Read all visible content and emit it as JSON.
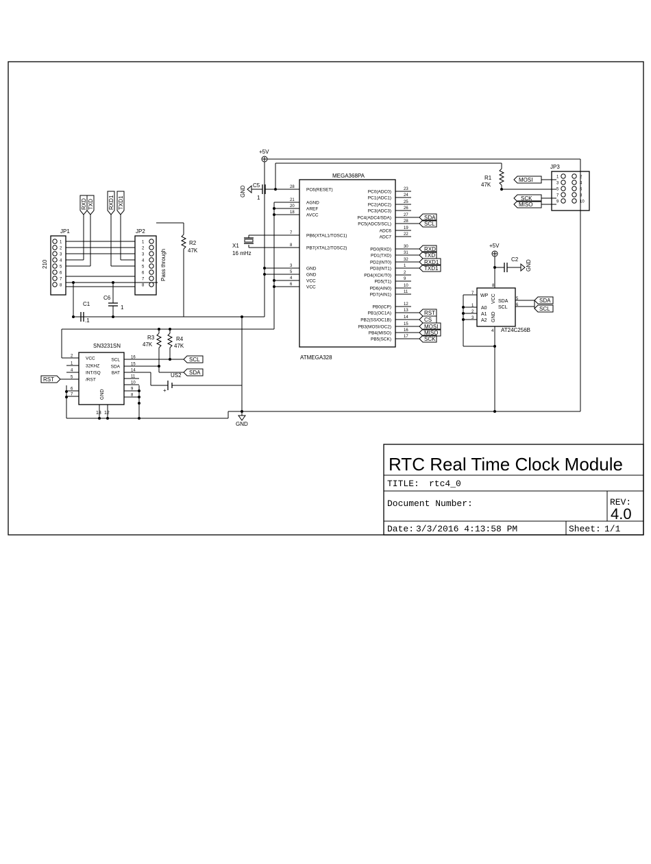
{
  "title_block": {
    "heading": "RTC Real Time Clock Module",
    "title_label": "TITLE:",
    "title_value": "rtc4_0",
    "document_number_label": "Document Number:",
    "rev_label": "REV:",
    "rev_value": "4.0",
    "date_label": "Date:",
    "date_value": "3/3/2016 4:13:58 PM",
    "sheet_label": "Sheet:",
    "sheet_value": "1/1"
  },
  "mcu": {
    "title": "MEGA368PA",
    "subtitle": "ATMEGA328",
    "left_pins": [
      {
        "num": "28",
        "name": "PC6(RESET)"
      },
      {
        "num": "21",
        "name": "AGND"
      },
      {
        "num": "20",
        "name": "AREF"
      },
      {
        "num": "18",
        "name": "AVCC"
      },
      {
        "num": "7",
        "name": "PB6(XTAL1/TOSC1)"
      },
      {
        "num": "8",
        "name": "PB7(XTAL2/TOSC2)"
      },
      {
        "num": "3",
        "name": "GND"
      },
      {
        "num": "5",
        "name": "GND"
      },
      {
        "num": "4",
        "name": "VCC"
      },
      {
        "num": "6",
        "name": "VCC"
      }
    ],
    "right_pins": [
      {
        "num": "23",
        "name": "PC0(ADC0)"
      },
      {
        "num": "24",
        "name": "PC1(ADC1)"
      },
      {
        "num": "25",
        "name": "PC2(ADC2)"
      },
      {
        "num": "26",
        "name": "PC3(ADC3)"
      },
      {
        "num": "27",
        "name": "PC4(ADC4/SDA)"
      },
      {
        "num": "28",
        "name": "PC5(ADC5/SCL)"
      },
      {
        "num": "19",
        "name": "ADC6"
      },
      {
        "num": "22",
        "name": "ADC7"
      },
      {
        "num": "30",
        "name": "PD0(RXD)"
      },
      {
        "num": "31",
        "name": "PD1(TXD)"
      },
      {
        "num": "32",
        "name": "PD2(INT0)"
      },
      {
        "num": "1",
        "name": "PD3(INT1)"
      },
      {
        "num": "2",
        "name": "PD4(XCK/T0)"
      },
      {
        "num": "9",
        "name": "PD5(T1)"
      },
      {
        "num": "10",
        "name": "PD6(AIN0)"
      },
      {
        "num": "11",
        "name": "PD7(AIN1)"
      },
      {
        "num": "12",
        "name": "PB0(ICP)"
      },
      {
        "num": "13",
        "name": "PB1(OC1A)"
      },
      {
        "num": "14",
        "name": "PB2(SS/OC1B)"
      },
      {
        "num": "15",
        "name": "PB3(MOSI/OC2)"
      },
      {
        "num": "16",
        "name": "PB4(MISO)"
      },
      {
        "num": "17",
        "name": "PB5(SCK)"
      }
    ]
  },
  "labels": {
    "vcc_top": "+5V",
    "vcc_eeprom": "+5V",
    "gnd": "GND",
    "c5": "C5",
    "c5_val": "1",
    "c2": "C2",
    "c1": "C1",
    "c1_val": ".1",
    "c6": "C6",
    "c6_val": "1",
    "r1": "R1",
    "r1_val": "47K",
    "r2": "R2",
    "r2_val": "47K",
    "r3": "R3",
    "r3_val": "47K",
    "r4": "R4",
    "r4_val": "47K",
    "x1": "X1",
    "x1_val": "16 mHz",
    "us2": "US2",
    "jp1": "JP1",
    "jp2": "JP2",
    "jp3": "JP3",
    "jp1_side": "210",
    "jp2_side": "Pass through",
    "rtc_chip": "SN3231SN",
    "eeprom_chip": "AT24C256B"
  },
  "net_flags": {
    "sda": "SDA",
    "scl": "SCL",
    "rxd": "RXD",
    "txd": "TXD",
    "rxd1": "RXD1",
    "txd1": "TXD1",
    "rst": "RST",
    "cs": "CS",
    "mosi": "MOSI",
    "miso": "MISO",
    "sck": "SCK"
  },
  "rtc": {
    "left_pins": [
      {
        "num": "2",
        "name": "VCC"
      },
      {
        "num": "1",
        "name": "32KHZ"
      },
      {
        "num": "4",
        "name": "INT/SQ"
      },
      {
        "num": "5",
        "name": "/RST"
      },
      {
        "num": "6",
        "name": ""
      },
      {
        "num": "7",
        "name": ""
      }
    ],
    "right_pins": [
      {
        "num": "16",
        "name": "SCL"
      },
      {
        "num": "15",
        "name": "SDA"
      },
      {
        "num": "14",
        "name": "BAT"
      },
      {
        "num": "11",
        "name": ""
      },
      {
        "num": "10",
        "name": ""
      },
      {
        "num": "9",
        "name": ""
      },
      {
        "num": "8",
        "name": ""
      }
    ],
    "bottom_pins": [
      "13",
      "12"
    ],
    "gnd_label": "GND"
  },
  "eeprom": {
    "wp": "WP",
    "a0": "A0",
    "a1": "A1",
    "a2": "A2",
    "vcc": "VCC",
    "gnd": "GND",
    "sda": "SDA",
    "scl": "SCL",
    "pin_wp": "7",
    "pin_a0": "1",
    "pin_a1": "2",
    "pin_a2": "3",
    "pin_sda": "5",
    "pin_scl": "6",
    "pin_vcc": "8",
    "pin_gnd": "4"
  },
  "jp_pin_numbers": [
    "1",
    "2",
    "3",
    "4",
    "5",
    "6",
    "7",
    "8"
  ],
  "jp3_left": [
    "1",
    "3",
    "5",
    "7",
    "9"
  ],
  "jp3_right": [
    "2",
    "4",
    "6",
    "8",
    "10"
  ]
}
